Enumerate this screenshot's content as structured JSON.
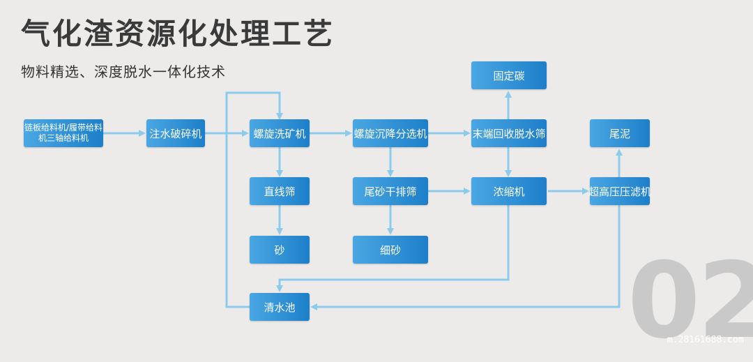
{
  "header": {
    "title": "气化渣资源化处理工艺",
    "subtitle": "物料精选、深度脱水一体化技术"
  },
  "page_number": "02",
  "watermark": "m.28161688.com",
  "colors": {
    "box_start": "#4aa7e3",
    "box_end": "#1d7fc9",
    "arrow": "#8ccbec",
    "background": "#ecebea"
  },
  "nodes": {
    "feeder": "链板给料机/履带给料机三轴给料机",
    "crusher": "注水破碎机",
    "spiral_washer": "螺旋洗矿机",
    "spiral_separator": "螺旋沉降分选机",
    "end_recovery": "末端回收脱水筛",
    "fixed_carbon": "固定碳",
    "linear_screen": "直线筛",
    "tailing_sand_screen": "尾砂干排筛",
    "thickener": "浓缩机",
    "filter_press": "超高压压滤机",
    "tailing_mud": "尾泥",
    "sand": "砂",
    "fine_sand": "细砂",
    "clear_pool": "清水池"
  }
}
